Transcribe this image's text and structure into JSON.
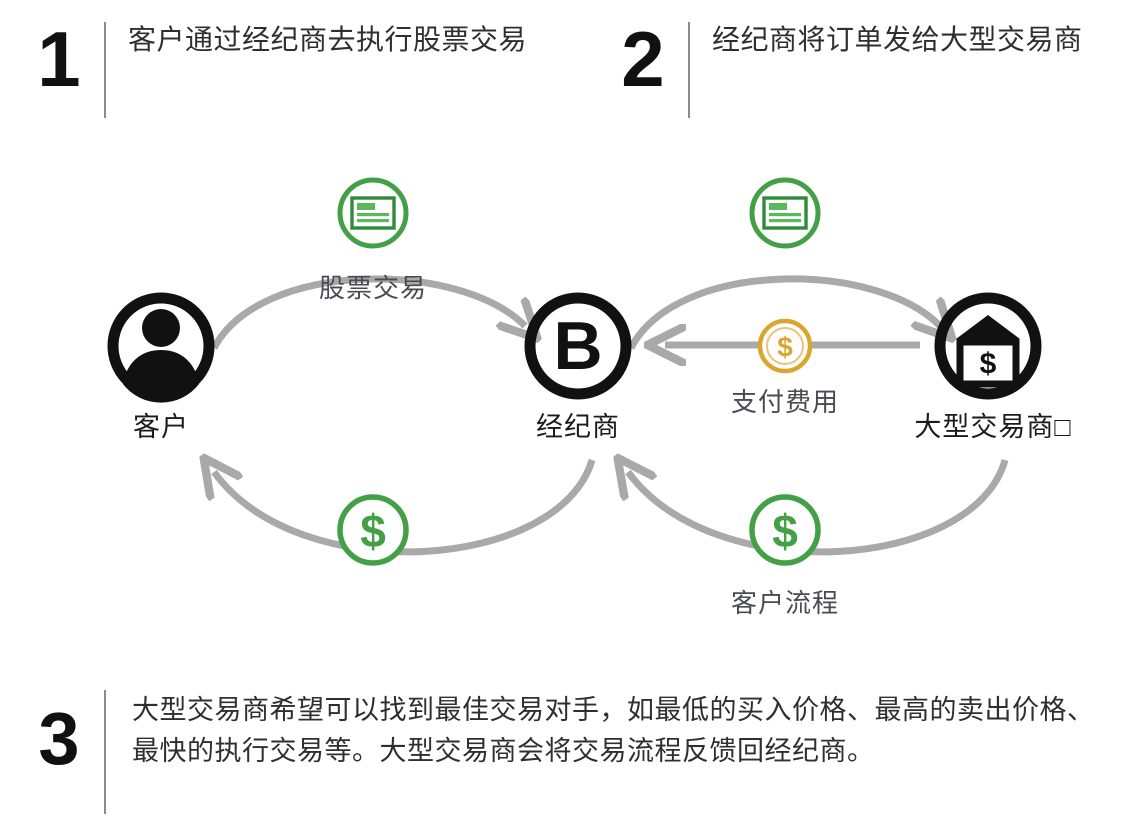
{
  "steps": [
    {
      "number": "1",
      "text": "客户通过经纪商去执行股票交易"
    },
    {
      "number": "2",
      "text": "经纪商将订单发给大型交易商"
    },
    {
      "number": "3",
      "text": "大型交易商希望可以找到最佳交易对手，如最低的买入价格、最高的卖出价格、最快的执行交易等。大型交易商会将交易流程反馈回经纪商。"
    }
  ],
  "diagram": {
    "nodes": [
      {
        "id": "customer",
        "label": "客户",
        "icon": "person-icon"
      },
      {
        "id": "broker",
        "label": "经纪商",
        "icon": "broker-b-icon"
      },
      {
        "id": "large-trader",
        "label": "大型交易商□",
        "icon": "bank-dollar-icon"
      }
    ],
    "flows": [
      {
        "id": "stock-trade",
        "label": "股票交易",
        "icon": "green-document-icon",
        "from": "customer",
        "to": "broker"
      },
      {
        "id": "order-to-trader",
        "label": "",
        "icon": "green-document-icon",
        "from": "broker",
        "to": "large-trader"
      },
      {
        "id": "pay-fee",
        "label": "支付费用",
        "icon": "gold-coin-icon",
        "from": "large-trader",
        "to": "broker"
      },
      {
        "id": "customer-flow-left",
        "label": "",
        "icon": "green-dollar-icon",
        "from": "broker",
        "to": "customer"
      },
      {
        "id": "customer-flow-right",
        "label": "客户流程",
        "icon": "green-dollar-icon",
        "from": "large-trader",
        "to": "broker"
      }
    ]
  },
  "colors": {
    "green": "#43a047",
    "green_dark": "#2e8b3a",
    "gold": "#d9a62e",
    "arrow_gray": "#a9a9a9",
    "node_black": "#111111",
    "rule_gray": "#8c8c8c"
  }
}
